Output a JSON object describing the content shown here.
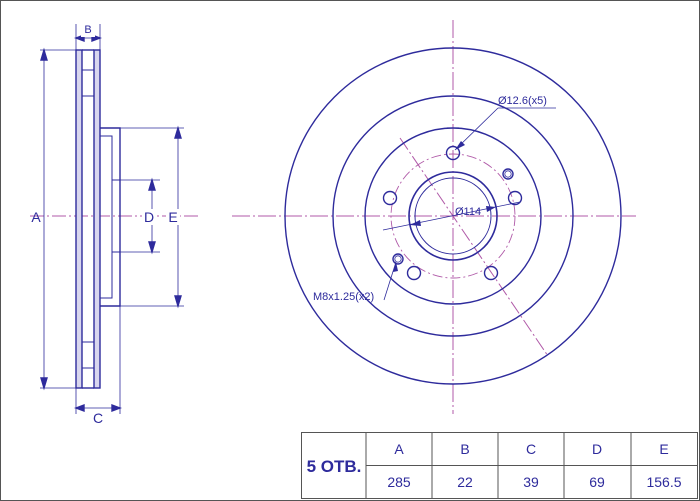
{
  "drawing": {
    "labels": {
      "a": "A",
      "b": "B",
      "c": "C",
      "d": "D",
      "e": "E",
      "bolt_hole": "Ø12.6(x5)",
      "center_bore": "Ø114",
      "thread": "M8x1.25(x2)"
    },
    "colors": {
      "line": "#2e2b9c",
      "axis": "#b05aa8",
      "frame": "#555555"
    }
  },
  "spec_table": {
    "header": "5 ОТВ.",
    "columns": [
      "A",
      "B",
      "C",
      "D",
      "E"
    ],
    "values": [
      "285",
      "22",
      "39",
      "69",
      "156.5"
    ]
  }
}
